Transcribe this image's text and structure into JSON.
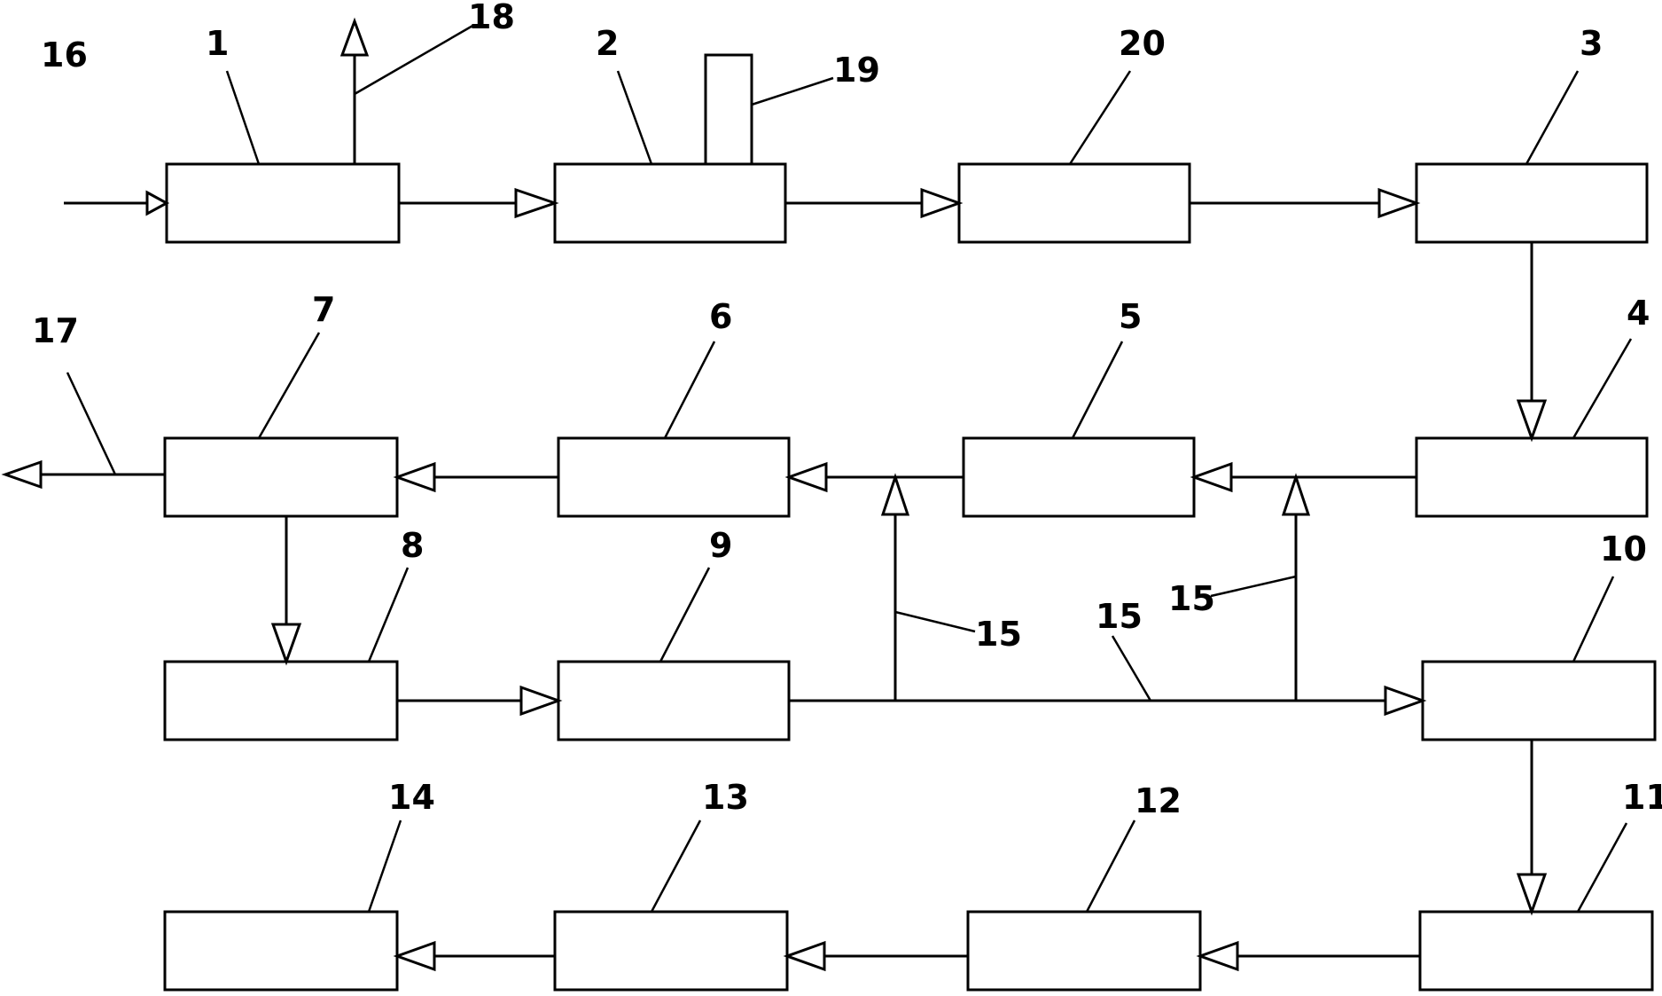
{
  "labels": {
    "n1": "1",
    "n2": "2",
    "n3": "3",
    "n4": "4",
    "n5": "5",
    "n6": "6",
    "n7": "7",
    "n8": "8",
    "n9": "9",
    "n10": "10",
    "n11": "11",
    "n12": "12",
    "n13": "13",
    "n14": "14",
    "n15a": "15",
    "n15b": "15",
    "n15c": "15",
    "n16": "16",
    "n17": "17",
    "n18": "18",
    "n19": "19",
    "n20": "20"
  },
  "colors": {
    "stroke": "#000000",
    "background": "#ffffff"
  }
}
